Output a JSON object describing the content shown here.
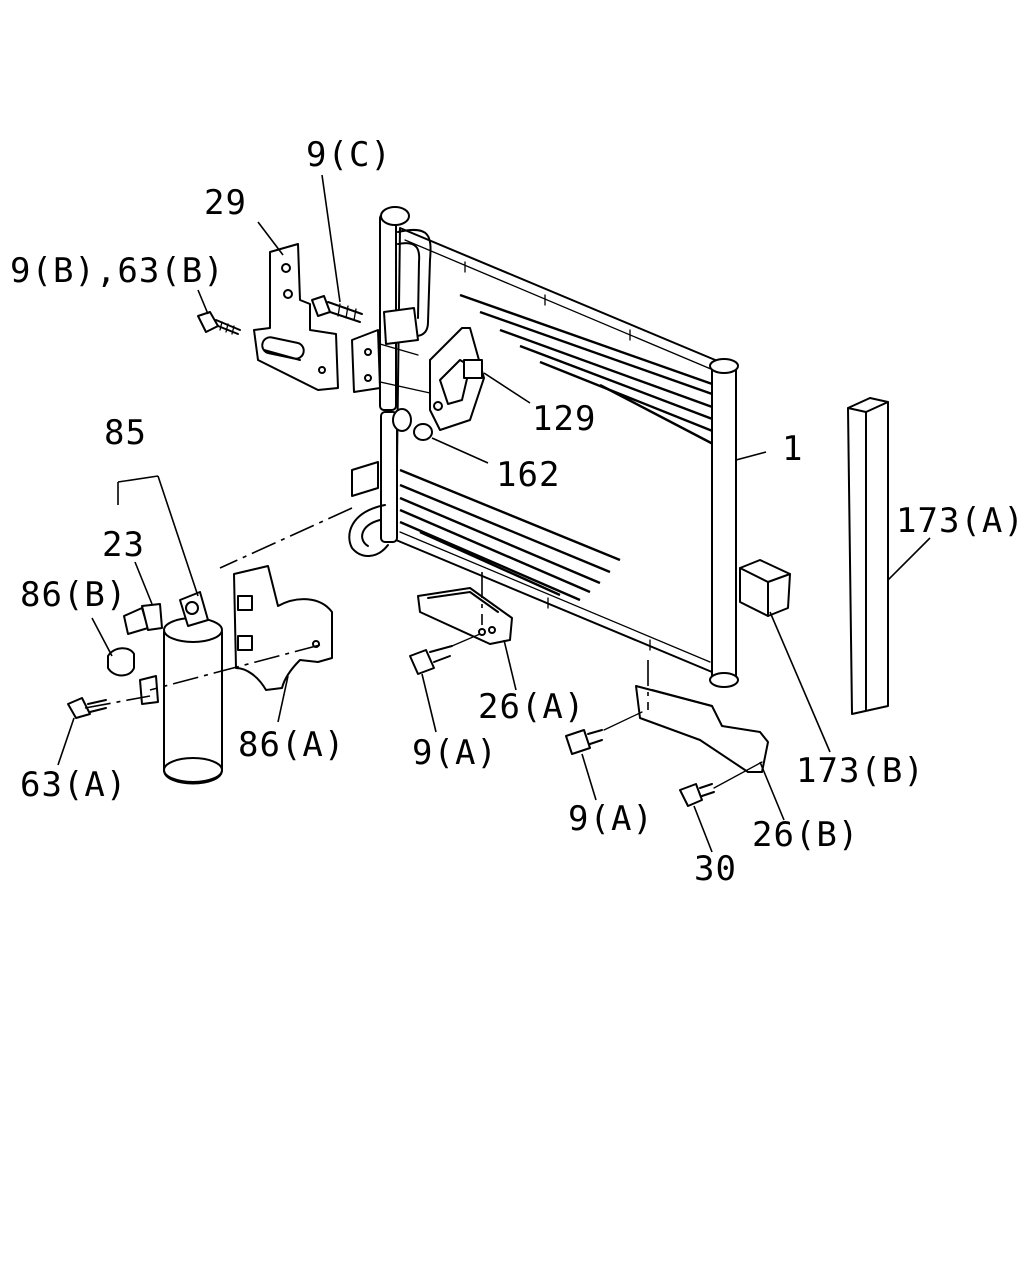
{
  "callouts": {
    "c9c": "9(C)",
    "c29": "29",
    "c9b63b": "9(B),63(B)",
    "c129": "129",
    "c85": "85",
    "c162": "162",
    "c1": "1",
    "c173a": "173(A)",
    "c23": "23",
    "c86b": "86(B)",
    "c86a": "86(A)",
    "c26a": "26(A)",
    "c9a_left": "9(A)",
    "c63a": "63(A)",
    "c173b": "173(B)",
    "c9a_right": "9(A)",
    "c26b": "26(B)",
    "c30": "30"
  }
}
